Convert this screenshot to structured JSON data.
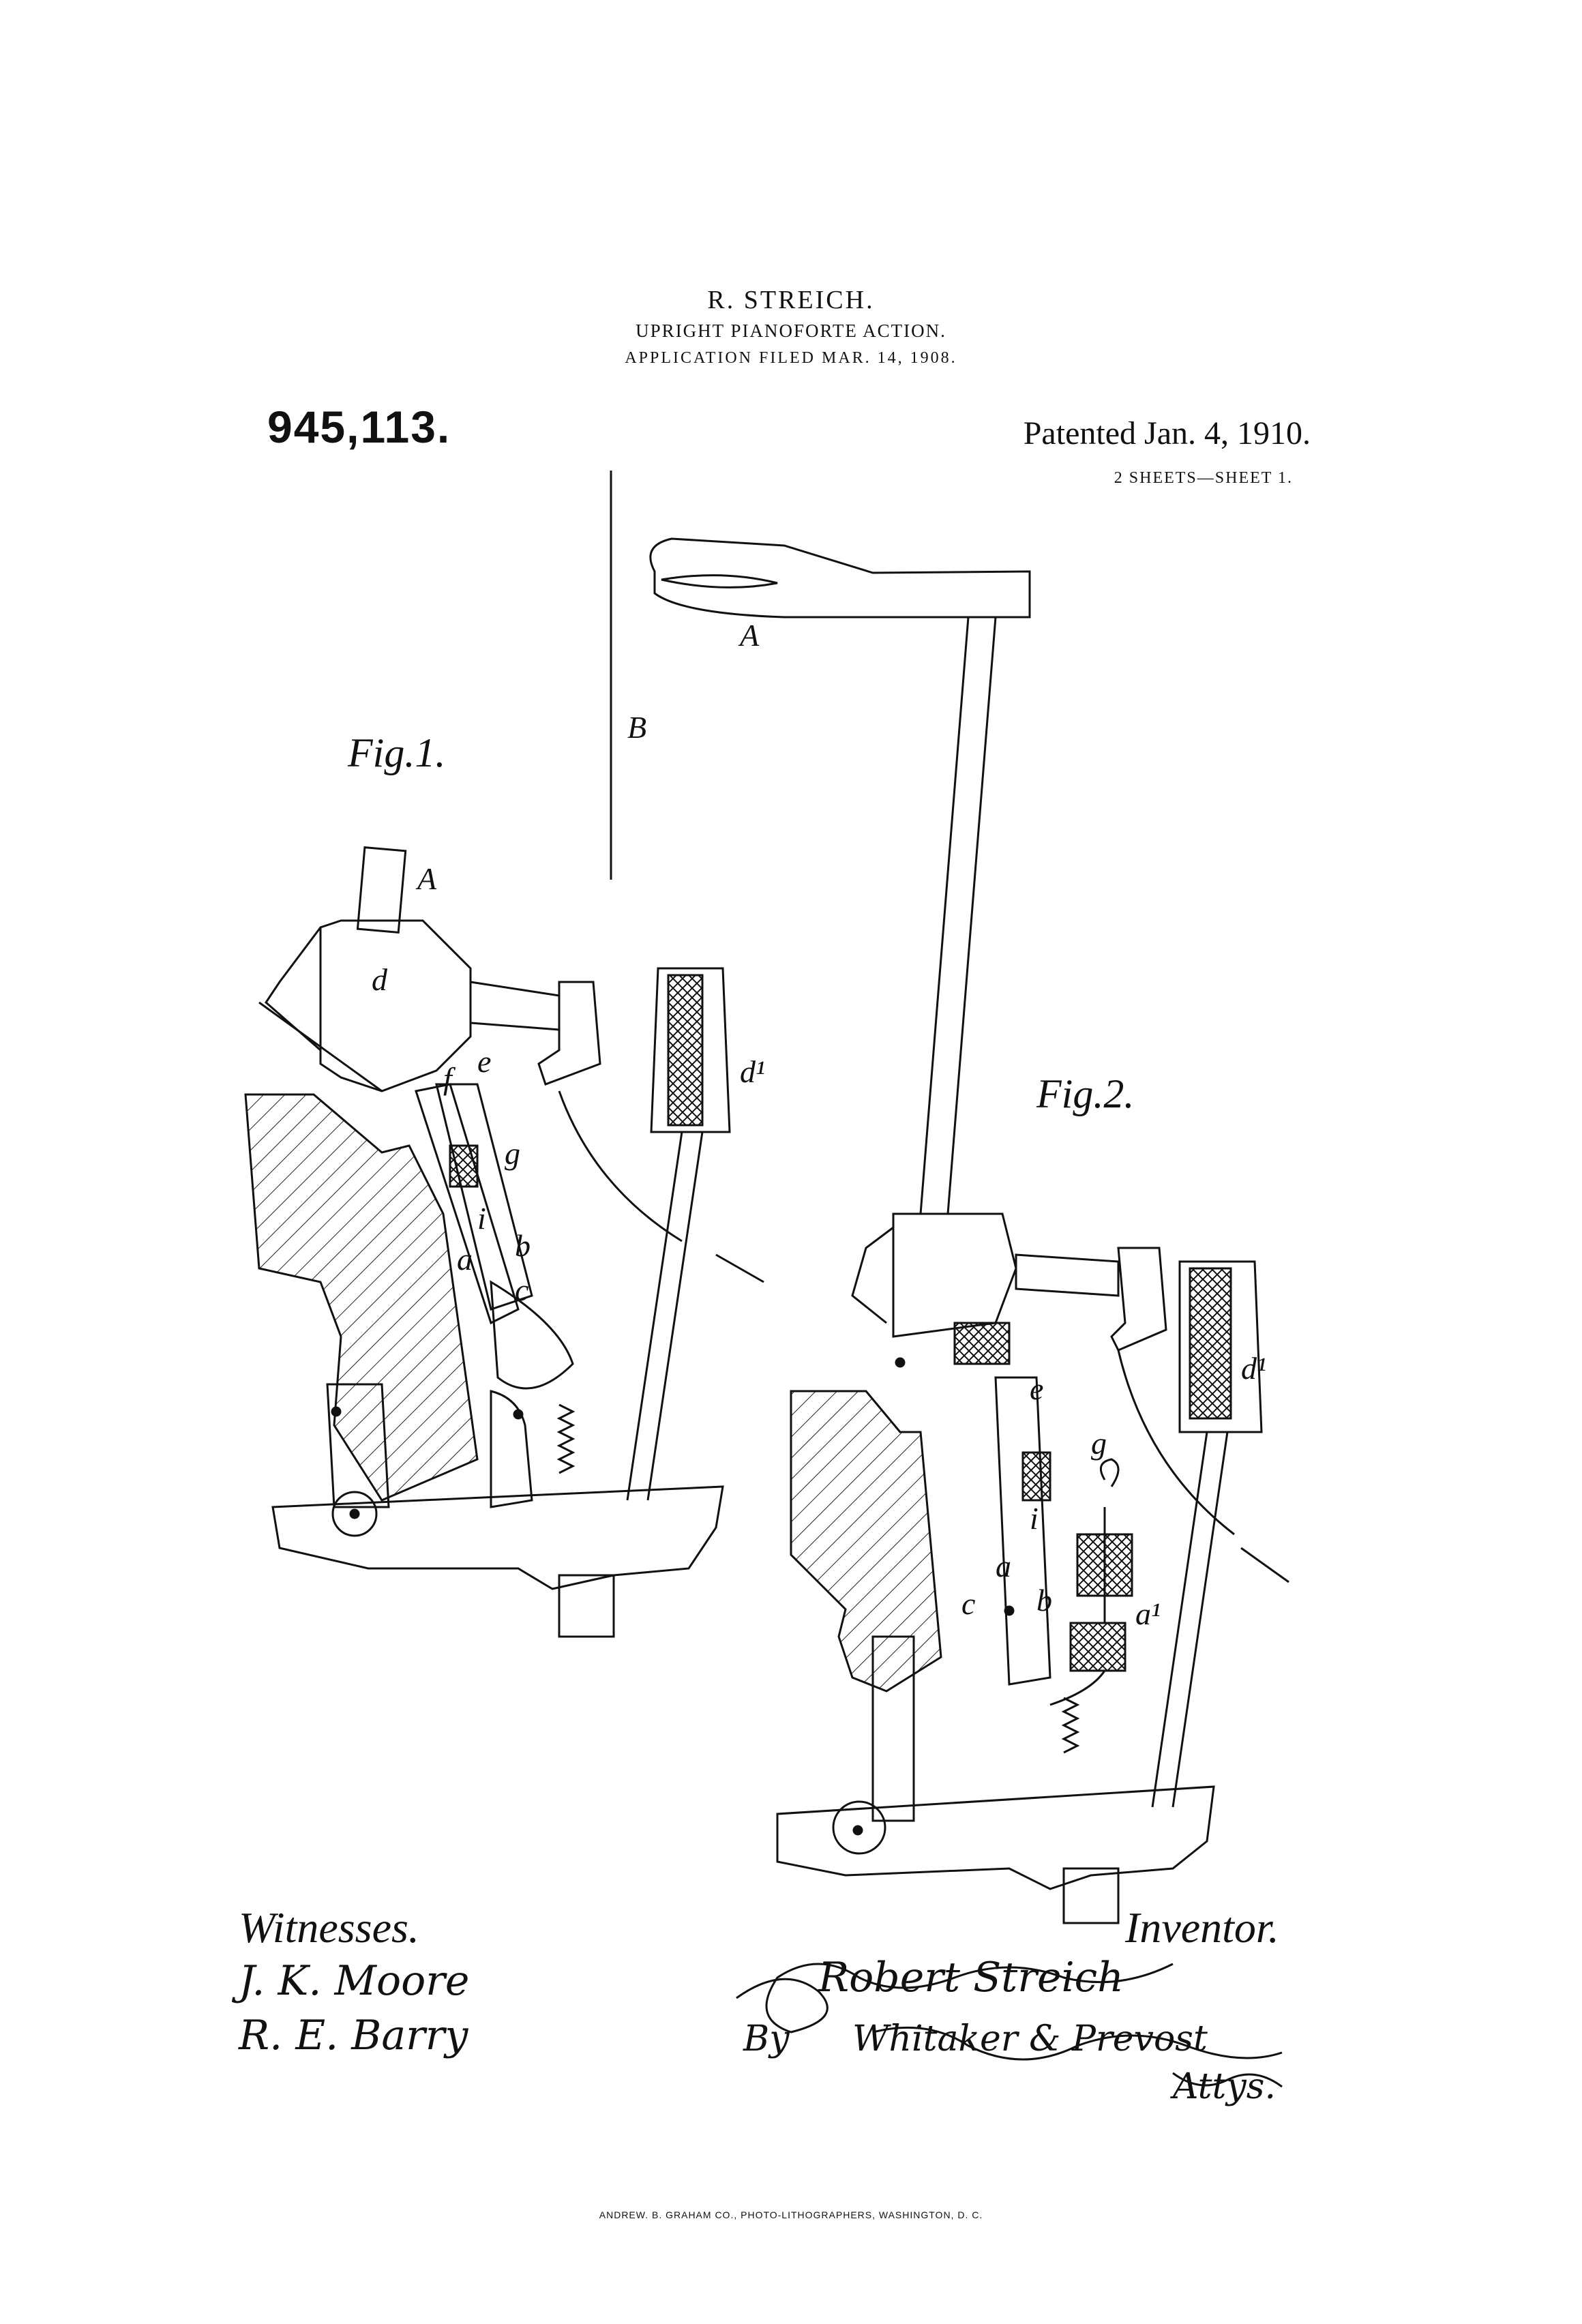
{
  "header": {
    "inventor": "R. STREICH.",
    "title": "UPRIGHT PIANOFORTE ACTION.",
    "filed": "APPLICATION FILED MAR. 14, 1908.",
    "patent_number": "945,113.",
    "patented": "Patented Jan. 4, 1910.",
    "sheets": "2 SHEETS—SHEET 1."
  },
  "figures": {
    "fig1": "Fig.1.",
    "fig2": "Fig.2."
  },
  "labels": {
    "A": "A",
    "B": "B",
    "d": "d",
    "d1": "d¹",
    "e": "e",
    "f": "f",
    "g": "g",
    "i": "i",
    "a": "a",
    "b": "b",
    "c": "c",
    "a1": "a¹"
  },
  "witnesses": {
    "heading": "Witnesses.",
    "names": [
      "J. K. Moore",
      "R. E. Barry"
    ]
  },
  "inventor_block": {
    "heading": "Inventor.",
    "signature": "Robert Streich",
    "by": "By",
    "attorneys": "Whitaker & Prevost",
    "attys": "Attys."
  },
  "footer": "ANDREW. B. GRAHAM CO., PHOTO-LITHOGRAPHERS, WASHINGTON, D. C."
}
